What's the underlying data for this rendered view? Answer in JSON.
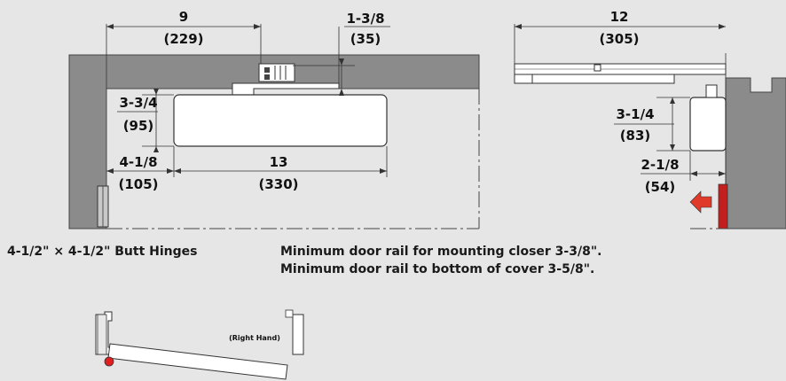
{
  "front_view": {
    "dim_9": "9",
    "dim_9_mm": "(229)",
    "dim_1_3_8": "1-3/8",
    "dim_1_3_8_mm": "(35)",
    "dim_3_3_4": "3-3/4",
    "dim_3_3_4_mm": "(95)",
    "dim_4_1_8": "4-1/8",
    "dim_4_1_8_mm": "(105)",
    "dim_13": "13",
    "dim_13_mm": "(330)"
  },
  "side_view": {
    "dim_12": "12",
    "dim_12_mm": "(305)",
    "dim_3_1_4": "3-1/4",
    "dim_3_1_4_mm": "(83)",
    "dim_2_1_8": "2-1/8",
    "dim_2_1_8_mm": "(54)"
  },
  "notes": {
    "hinges": "4-1/2\" × 4-1/2\" Butt Hinges",
    "rail_line1": "Minimum door rail for mounting closer 3-3/8\".",
    "rail_line2": "Minimum door rail to bottom of cover 3-5/8\"."
  },
  "plan_view": {
    "hand_label": "(Right Hand)"
  },
  "colors": {
    "background": "#e6e6e6",
    "frame": "#8a8a8a",
    "closer_body": "#ffffff",
    "door_edge": "#d62424",
    "arrow": "#e03a2a"
  }
}
